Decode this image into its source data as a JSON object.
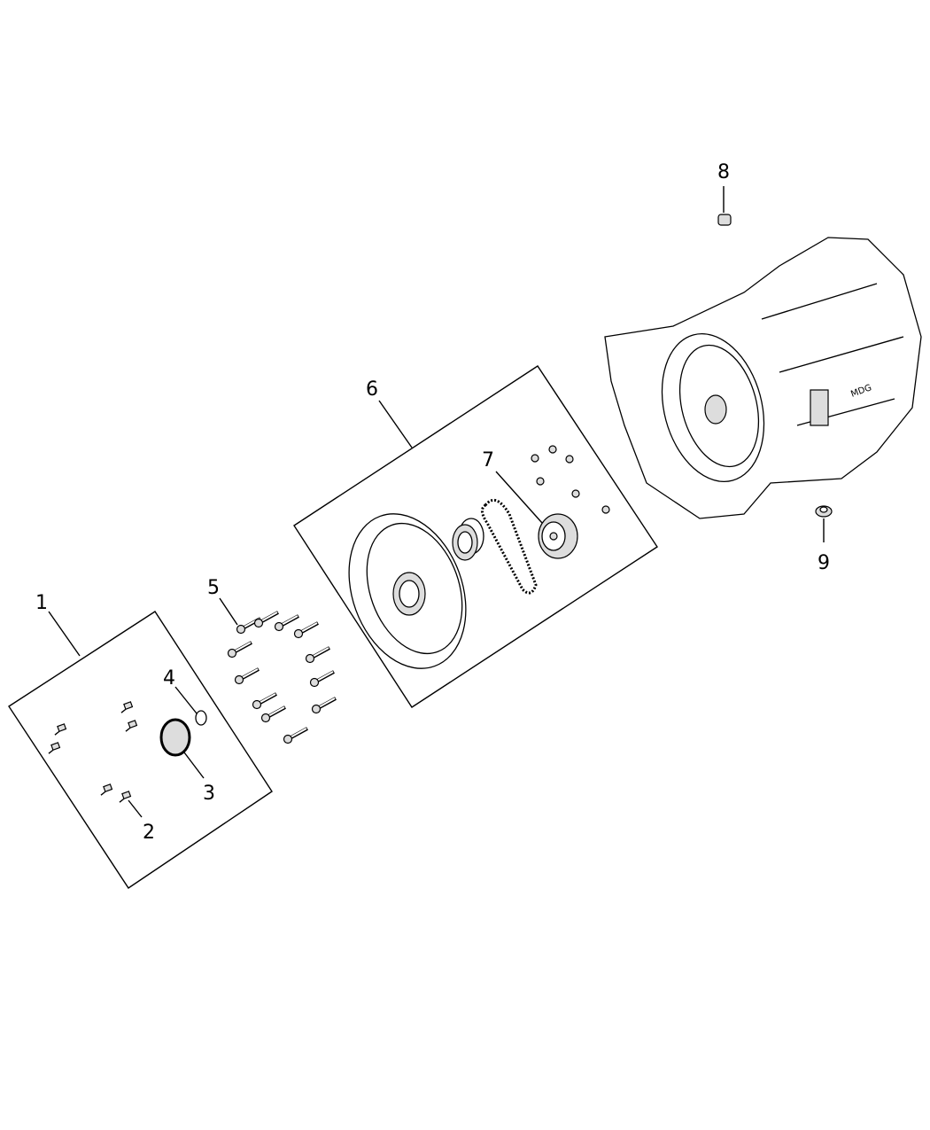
{
  "callouts": {
    "c1": "1",
    "c2": "2",
    "c3": "3",
    "c4": "4",
    "c5": "5",
    "c6": "6",
    "c7": "7",
    "c8": "8",
    "c9": "9"
  },
  "transmission_marking": "MDG",
  "colors": {
    "line": "#000000",
    "background": "#ffffff"
  }
}
